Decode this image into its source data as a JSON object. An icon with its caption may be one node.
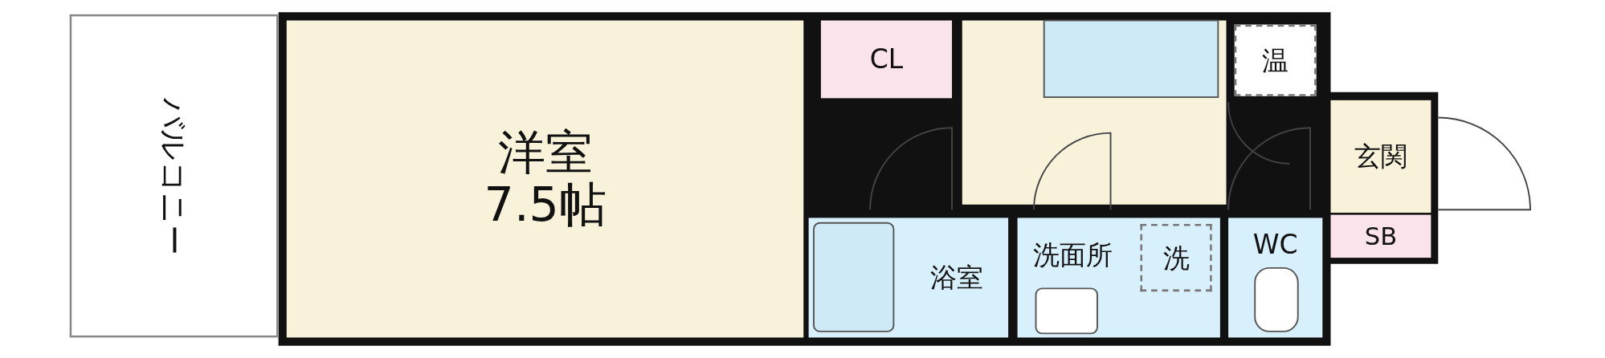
{
  "diagram": {
    "nodes": [
      {
        "text": [
          "バルコニー"
        ]
      },
      {
        "text": [
          "洋室",
          "7.5帖"
        ]
      },
      {
        "text": [
          "CL"
        ]
      },
      {
        "text": [
          "温"
        ]
      },
      {
        "text": [
          "玄関"
        ]
      },
      {
        "text": [
          "SB"
        ]
      },
      {
        "text": [
          "浴室"
        ]
      },
      {
        "text": [
          "洗面所"
        ]
      },
      {
        "text": [
          "洗"
        ],
        "in": 7
      },
      {
        "text": [
          "WC"
        ]
      }
    ]
  }
}
